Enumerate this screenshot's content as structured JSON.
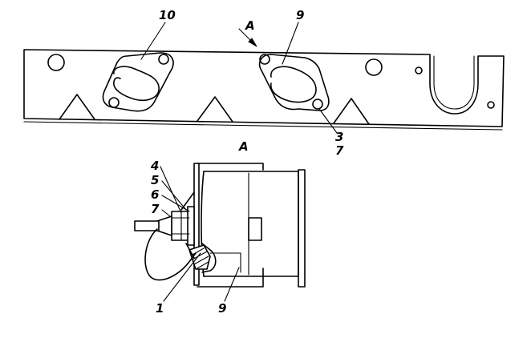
{
  "top_view": {
    "callouts": [
      "10",
      "9",
      "A",
      "3",
      "7"
    ]
  },
  "section_view": {
    "title": "A",
    "callouts": [
      "4",
      "5",
      "6",
      "7",
      "1",
      "9"
    ]
  }
}
